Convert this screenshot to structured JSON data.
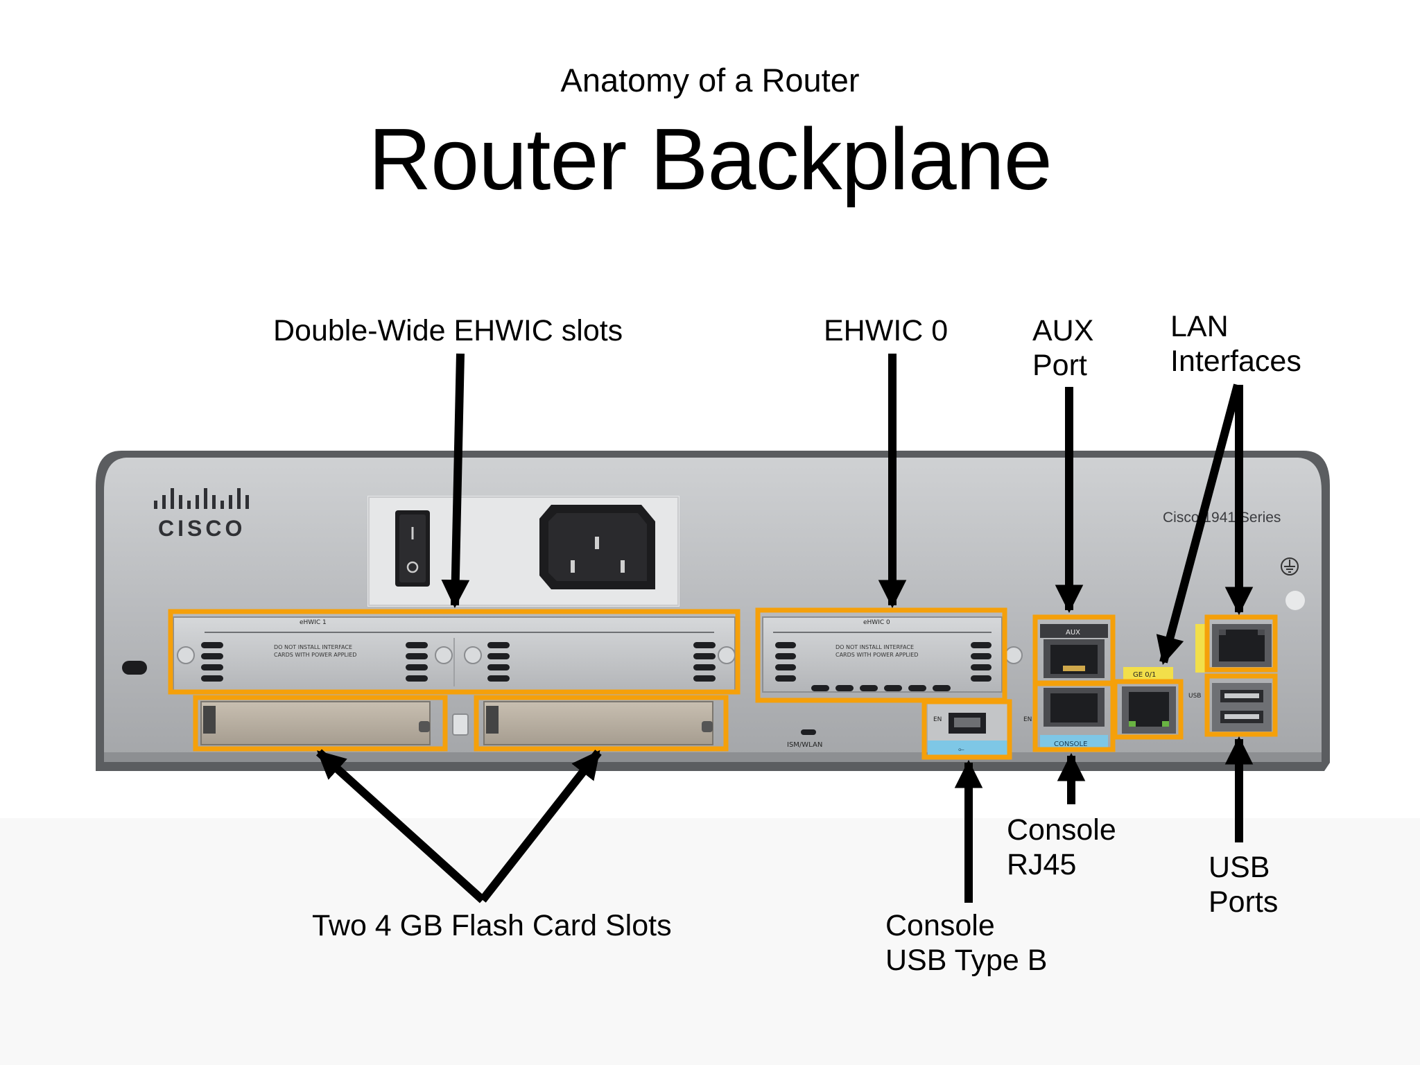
{
  "supertitle": "Anatomy of a Router",
  "title": "Router Backplane",
  "router": {
    "brand": "CISCO",
    "model": "Cisco 1941 Series",
    "slot_labels": {
      "ehwic1": "eHWIC 1",
      "ehwic0": "eHWIC 0"
    },
    "warning_line1": "DO NOT INSTALL INTERFACE",
    "warning_line2": "CARDS WITH POWER APPLIED",
    "aux": "AUX",
    "console": "CONSOLE",
    "gig": "GE 0/1",
    "ism": "ISM/WLAN",
    "usb": "USB",
    "en": "EN"
  },
  "callouts": {
    "double_wide": "Double-Wide EHWIC slots",
    "ehwic0": "EHWIC 0",
    "aux_l1": "AUX",
    "aux_l2": "Port",
    "lan_l1": "LAN",
    "lan_l2": "Interfaces",
    "flash": "Two 4 GB Flash Card Slots",
    "console_usb_l1": "Console",
    "console_usb_l2": "USB Type B",
    "console_rj45_l1": "Console",
    "console_rj45_l2": "RJ45",
    "usb_l1": "USB",
    "usb_l2": "Ports"
  },
  "colors": {
    "highlight": "#f5a00a",
    "chassis": "#b6b8bb",
    "panel": "#c4c6c8",
    "arrow": "#000000"
  }
}
